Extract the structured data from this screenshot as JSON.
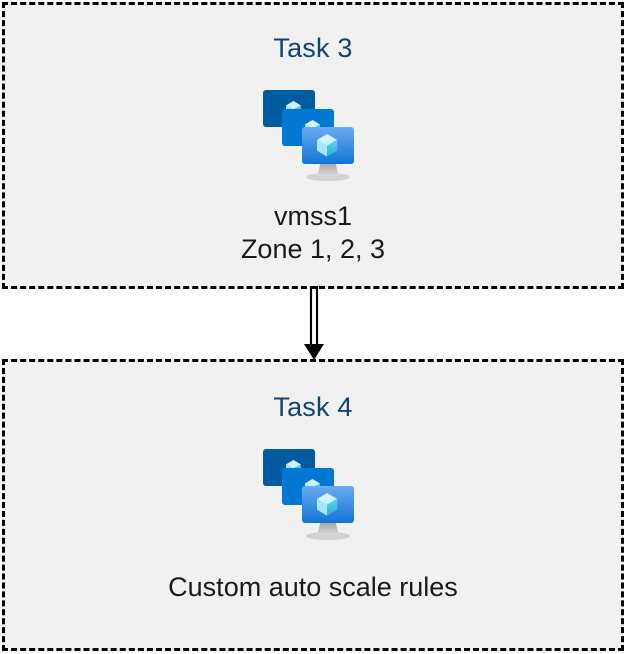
{
  "diagram": {
    "type": "flow",
    "background_color": "#ffffff",
    "box_fill_color": "#f1f1f1",
    "box_border_color": "#000000",
    "title_color": "#104477",
    "text_color": "#1a1a1a",
    "connector": {
      "name": "double-line-arrow",
      "direction": "down",
      "from": "Task 3",
      "to": "Task 4",
      "color": "#000000"
    },
    "nodes": [
      {
        "id": "task3",
        "title": "Task 3",
        "icon": "vm-scale-set-icon",
        "caption_lines": [
          "vmss1",
          "Zone 1, 2, 3"
        ]
      },
      {
        "id": "task4",
        "title": "Task 4",
        "icon": "vm-scale-set-icon",
        "caption_lines": [
          "Custom auto scale rules"
        ]
      }
    ]
  },
  "icon_colors": {
    "monitor_back": "#005BA1",
    "monitor_mid": "#0078D4",
    "monitor_front_top": "#5EA0EF",
    "monitor_front_bottom": "#0F79D8",
    "cube_light": "#C3F1FF",
    "cube_mid": "#9CEBFF",
    "cube_bright": "#32BEDD",
    "stand_gray": "#B3B3B3"
  }
}
